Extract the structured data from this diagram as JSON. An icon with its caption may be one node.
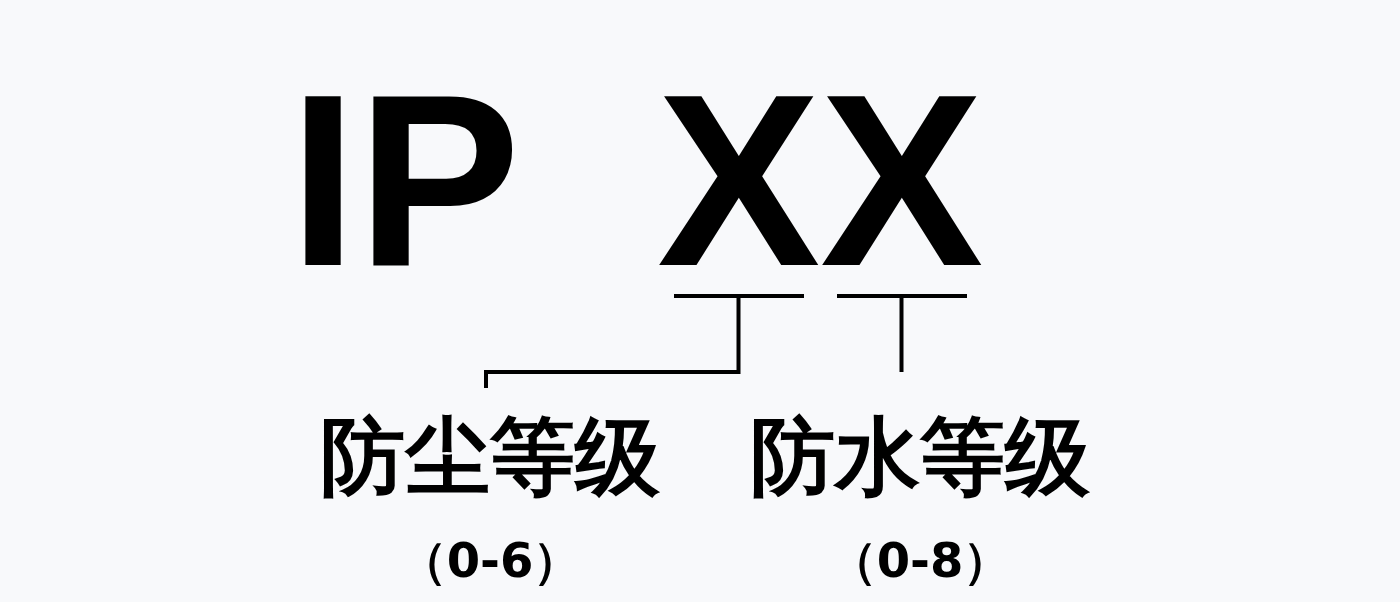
{
  "diagram": {
    "nodes": [
      {
        "text": [
          "X"
        ]
      },
      {
        "text": [
          "X"
        ]
      },
      {
        "text": [
          "防尘等级",
          "（0-6）"
        ]
      },
      {
        "text": [
          "防水等级",
          "（0-8）"
        ]
      }
    ],
    "edges": [
      {
        "from": 0,
        "to": 2,
        "arrow": "none"
      },
      {
        "from": 1,
        "to": 3,
        "arrow": "none"
      }
    ],
    "labels": [
      "IP"
    ]
  }
}
